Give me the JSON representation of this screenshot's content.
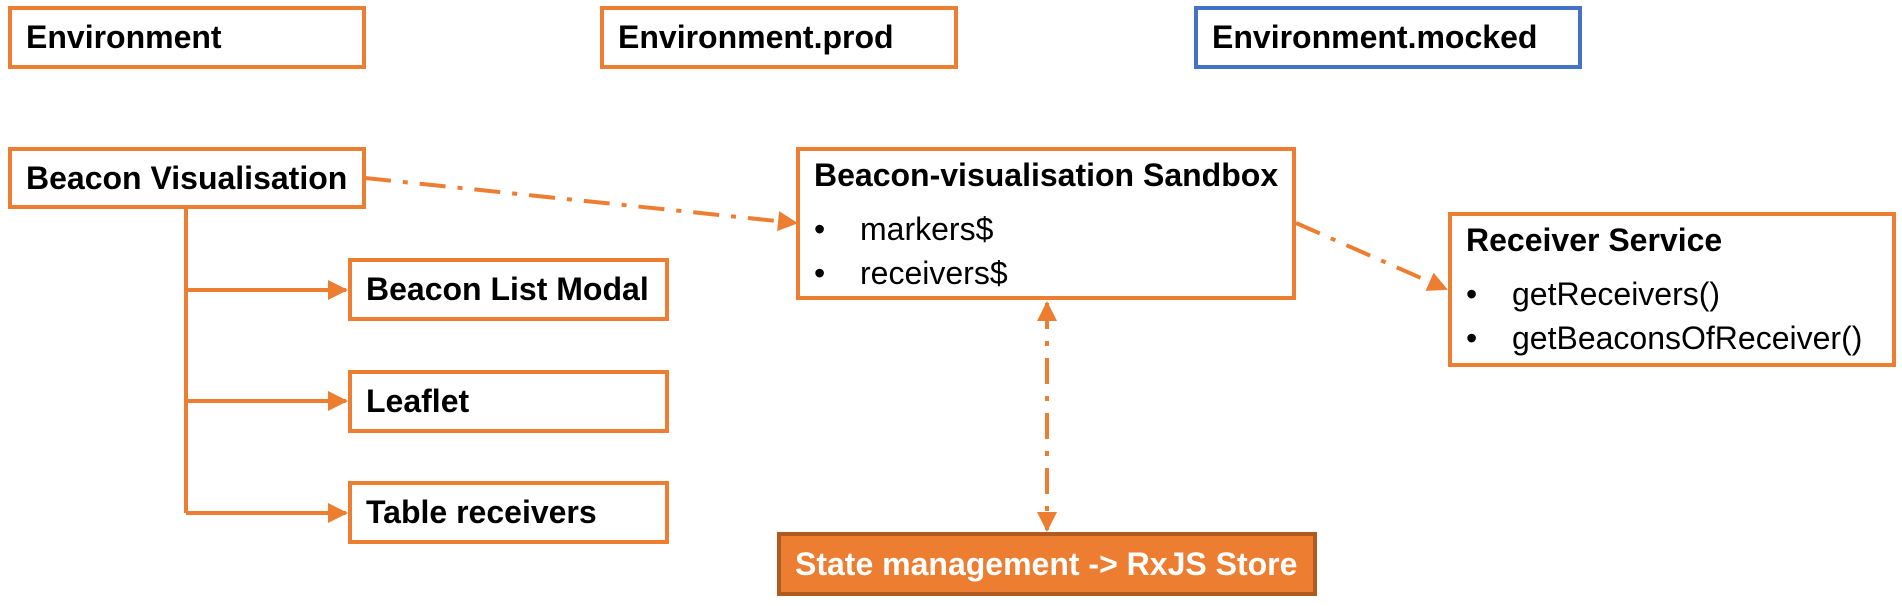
{
  "environments": [
    {
      "label": "Environment"
    },
    {
      "label": "Environment.prod"
    },
    {
      "label": "Environment.mocked"
    }
  ],
  "beacon_visualisation": {
    "label": "Beacon Visualisation"
  },
  "children": [
    {
      "label": "Beacon List Modal"
    },
    {
      "label": "Leaflet"
    },
    {
      "label": "Table receivers"
    }
  ],
  "sandbox": {
    "title": "Beacon-visualisation Sandbox",
    "items": [
      "markers$",
      "receivers$"
    ]
  },
  "receiver_service": {
    "title": "Receiver Service",
    "items": [
      "getReceivers()",
      "getBeaconsOfReceiver()"
    ]
  },
  "state_management": {
    "label": "State management -> RxJS Store"
  },
  "bullet_char": "•",
  "colors": {
    "accent": "#ED7D31",
    "accent_dark": "#AE5A21",
    "blue": "#4472C4"
  }
}
